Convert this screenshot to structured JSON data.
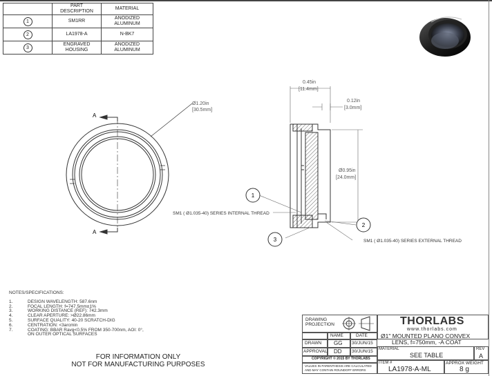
{
  "bom": {
    "headers": [
      "",
      "PART DESCRIPTION",
      "MATERIAL"
    ],
    "rows": [
      {
        "item": "1",
        "description": "SM1RR",
        "material_line1": "ANODIZED",
        "material_line2": "ALUMINUM"
      },
      {
        "item": "2",
        "description": "LA1978-A",
        "material_line1": "N-BK7",
        "material_line2": ""
      },
      {
        "item": "3",
        "description_line1": "ENGRAVED",
        "description_line2": "HOUSING",
        "material_line1": "ANODIZED",
        "material_line2": "ALUMINUM"
      }
    ]
  },
  "front_view": {
    "section_label": "A",
    "diameter": "Ø1.20in",
    "diameter_metric": "[30.5mm]"
  },
  "side_view": {
    "length": "0.45in",
    "length_metric": "[11.4mm]",
    "thread_length": "0.12in",
    "thread_length_metric": "[3.0mm]",
    "aperture": "Ø0.95in",
    "aperture_metric": "[24.0mm]",
    "callout_1": "1",
    "callout_2": "2",
    "callout_3": "3",
    "internal_thread": "SM1 ( Ø1.035-40) SERIES INTERNAL THREAD",
    "external_thread": "SM1 ( Ø1.035-40) SERIES EXTERNAL THREAD"
  },
  "notes": {
    "heading": "NOTES/SPECIFICATIONS:",
    "items": [
      {
        "num": "1.",
        "text": "DESIGN WAVELENGTH: 587.6nm"
      },
      {
        "num": "2.",
        "text": "FOCAL LENGTH: f=747.5mm±1%"
      },
      {
        "num": "3.",
        "text": "WORKING DISTANCE (REF): 742.3mm"
      },
      {
        "num": "4.",
        "text": "CLEAR APERTURE: >Ø22.86mm"
      },
      {
        "num": "5.",
        "text": "SURFACE QUALITY: 40-20 SCRATCH-DIG"
      },
      {
        "num": "6.",
        "text": "CENTRATION: <3arcmin"
      },
      {
        "num": "7.",
        "text": "COATING: BBAR Ravg<0.5% FROM 350-700nm, AOI: 0°,"
      },
      {
        "num": "",
        "text": "ON OUTER OPTICAL SURFACES"
      }
    ]
  },
  "disclaimer": {
    "line1": "FOR INFORMATION ONLY",
    "line2": "NOT FOR MANUFACTURING PURPOSES"
  },
  "title_block": {
    "drawing_projection_line1": "DRAWING",
    "drawing_projection_line2": "PROJECTION",
    "logo": "THORLABS",
    "website": "www.thorlabs.com",
    "title_line1": "Ø1\" MOUNTED PLANO CONVEX",
    "title_line2": "LENS, f=750mm, -A COAT",
    "col_name": "NAME",
    "col_date": "DATE",
    "drawn_label": "DRAWN",
    "drawn_name": "GG",
    "drawn_date": "30/JUN/15",
    "approval_label": "APPROVAL",
    "approval_name": "DD",
    "approval_date": "30/JUN/15",
    "material_label": "MATERIAL",
    "material_value": "SEE TABLE",
    "rev_label": "REV",
    "rev_value": "A",
    "copyright": "COPYRIGHT © 2015 BY THORLABS",
    "values_note_line1": "VALUES IN PARENTHESIS ARE CALCULATED",
    "values_note_line2": "AND MAY CONTAIN ROUNDOFF ERRORS",
    "item_label": "ITEM #",
    "item_value": "LA1978-A-ML",
    "weight_label": "APPROX WEIGHT",
    "weight_value": "8 g"
  }
}
